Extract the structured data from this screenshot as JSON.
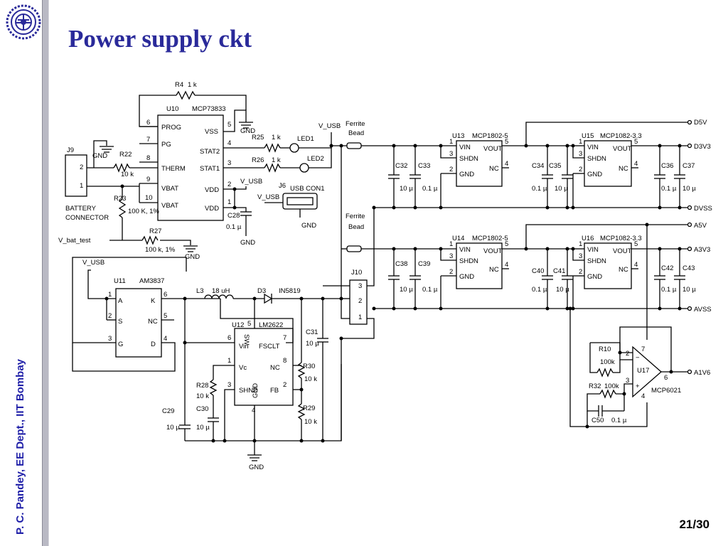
{
  "slide": {
    "title": "Power supply ckt",
    "sidebar_text": "P. C. Pandey, EE Dept., IIT Bombay",
    "page_number": "21/30",
    "logo_icon": "iit-bombay-logo-icon",
    "accent_color": "#2a2a9a"
  },
  "schematic": {
    "U10": {
      "ref": "U10",
      "part": "MCP73833",
      "pins": {
        "6": "PROG",
        "7": "PG",
        "8": "THERM",
        "9": "VBAT",
        "10": "VBAT",
        "5": "VSS",
        "4": "STAT2",
        "3": "STAT1",
        "2": "VDD",
        "1": "VDD"
      }
    },
    "U11": {
      "ref": "U11",
      "part": "AM3837",
      "pins": {
        "1": "A",
        "2": "S",
        "3": "G",
        "6": "K",
        "5": "NC",
        "4": "D"
      }
    },
    "U12": {
      "ref": "U12",
      "part": "LM2622",
      "pins": {
        "5": "SW",
        "6": "Vin",
        "7": "FSCLT",
        "1": "Vc",
        "8": "NC",
        "3": "SHND",
        "2": "FB",
        "4": "GND"
      }
    },
    "U13": {
      "ref": "U13",
      "part": "MCP1802-5",
      "pins": {
        "1": "VIN",
        "3": "SHDN",
        "2": "GND",
        "5": "VOUT",
        "4": "NC"
      }
    },
    "U14": {
      "ref": "U14",
      "part": "MCP1802-5",
      "pins": {
        "1": "VIN",
        "3": "SHDN",
        "2": "GND",
        "5": "VOUT",
        "4": "NC"
      }
    },
    "U15": {
      "ref": "U15",
      "part": "MCP1082-3.3",
      "pins": {
        "1": "VIN",
        "3": "SHDN",
        "2": "GND",
        "5": "VOUT",
        "4": "NC"
      }
    },
    "U16": {
      "ref": "U16",
      "part": "MCP1082-3.3",
      "pins": {
        "1": "VIN",
        "3": "SHDN",
        "2": "GND",
        "5": "VOUT",
        "4": "NC"
      }
    },
    "U17": {
      "ref": "U17",
      "part": "MCP6021",
      "pins": {
        "2": "2",
        "3": "3",
        "7": "7",
        "4": "4",
        "6": "6",
        "minus": "−",
        "plus": "+"
      }
    },
    "resistors": {
      "R4": {
        "ref": "R4",
        "value": "1 k"
      },
      "R22": {
        "ref": "R22",
        "value": "10 k"
      },
      "R23": {
        "ref": "R23",
        "value": "100 K, 1%"
      },
      "R25": {
        "ref": "R25",
        "value": "1 k"
      },
      "R26": {
        "ref": "R26",
        "value": "1 k"
      },
      "R27": {
        "ref": "R27",
        "value": "100 k, 1%"
      },
      "R28": {
        "ref": "R28",
        "value": "10 k"
      },
      "R29": {
        "ref": "R29",
        "value": "10 k"
      },
      "R30": {
        "ref": "R30",
        "value": "10 k"
      },
      "R10": {
        "ref": "R10",
        "value": "100k"
      },
      "R32": {
        "ref": "R32",
        "value": "100k"
      }
    },
    "capacitors": {
      "C28": {
        "ref": "C28",
        "value": "0.1 µ"
      },
      "C29": {
        "ref": "C29",
        "value": "10 µ"
      },
      "C30": {
        "ref": "C30",
        "value": "10 µ"
      },
      "C31": {
        "ref": "C31",
        "value": "10 µ"
      },
      "C32": {
        "ref": "C32",
        "value": "10 µ"
      },
      "C33": {
        "ref": "C33",
        "value": "0.1 µ"
      },
      "C34": {
        "ref": "C34",
        "value": "0.1 µ"
      },
      "C35": {
        "ref": "C35",
        "value": "10 µ"
      },
      "C36": {
        "ref": "C36",
        "value": "0.1 µ"
      },
      "C37": {
        "ref": "C37",
        "value": "10 µ"
      },
      "C38": {
        "ref": "C38",
        "value": "10 µ"
      },
      "C39": {
        "ref": "C39",
        "value": "0.1 µ"
      },
      "C40": {
        "ref": "C40",
        "value": "0.1 µ"
      },
      "C41": {
        "ref": "C41",
        "value": "10 µ"
      },
      "C42": {
        "ref": "C42",
        "value": "0.1 µ"
      },
      "C43": {
        "ref": "C43",
        "value": "10 µ"
      },
      "C50": {
        "ref": "C50",
        "value": "0.1 µ"
      }
    },
    "inductor": {
      "ref": "L3",
      "value": "18 uH"
    },
    "diode": {
      "ref": "D3",
      "value": "IN5819"
    },
    "leds": {
      "LED1": "LED1",
      "LED2": "LED2"
    },
    "connectors": {
      "J9": "J9",
      "J9_label_line1": "BATTERY",
      "J9_label_line2": "CONNECTOR",
      "J6": "J6",
      "J6_label": "USB CON1",
      "J10": "J10"
    },
    "ferrite": {
      "line1": "Ferrite",
      "line2": "Bead"
    },
    "nets": {
      "gnd": "GND",
      "vusb": "V_USB",
      "vbat_test": "V_bat_test",
      "d5v": "D5V",
      "d3v3": "D3V3",
      "dvss": "DVSS",
      "a5v": "A5V",
      "a3v3": "A3V3",
      "avss": "AVSS",
      "a1v6": "A1V6"
    },
    "pin_numbers": {
      "p1": "1",
      "p2": "2",
      "p3": "3",
      "p4": "4",
      "p5": "5",
      "p6": "6",
      "p7": "7",
      "p8": "8",
      "p9": "9",
      "p10": "10"
    }
  }
}
